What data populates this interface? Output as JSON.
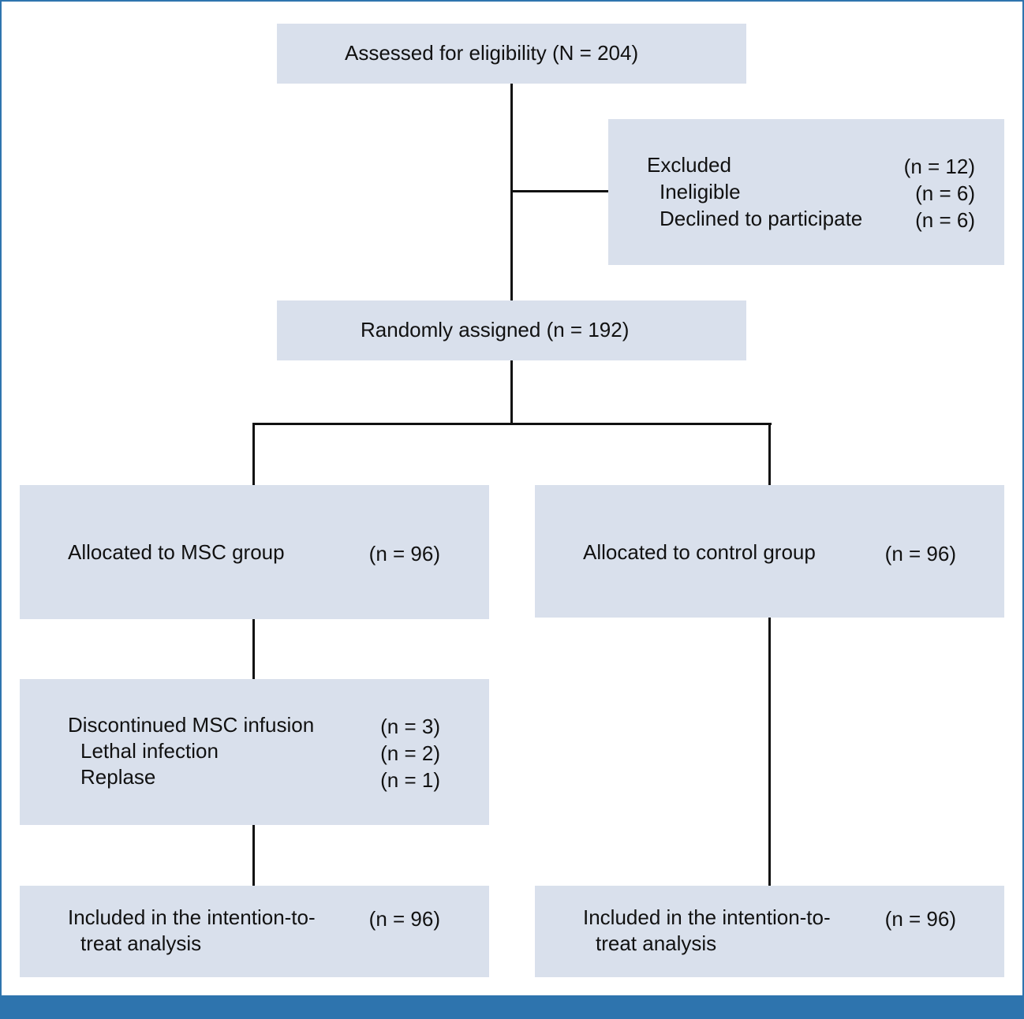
{
  "assessed": {
    "label": "Assessed for eligibility",
    "n": "(N = 204)"
  },
  "excluded": {
    "label": "Excluded",
    "n": "(n = 12)",
    "reasons": [
      {
        "label": "Ineligible",
        "n": "(n = 6)"
      },
      {
        "label": "Declined to participate",
        "n": "(n = 6)"
      }
    ]
  },
  "randomized": {
    "label": "Randomly assigned",
    "n": "(n = 192)"
  },
  "msc": {
    "label": "Allocated to MSC group",
    "n": "(n = 96)"
  },
  "control": {
    "label": "Allocated to control group",
    "n": "(n = 96)"
  },
  "discontinued": {
    "label": "Discontinued MSC infusion",
    "n": "(n = 3)",
    "reasons": [
      {
        "label": "Lethal infection",
        "n": "(n = 2)"
      },
      {
        "label": "Replase",
        "n": "(n = 1)"
      }
    ]
  },
  "itt_msc": {
    "line1": "Included in the intention-to-",
    "line2": "treat analysis",
    "n": "(n = 96)"
  },
  "itt_control": {
    "line1": "Included in the intention-to-",
    "line2": "treat analysis",
    "n": "(n = 96)"
  },
  "colors": {
    "box": "#d9e0ec",
    "accent": "#2e74ae"
  }
}
